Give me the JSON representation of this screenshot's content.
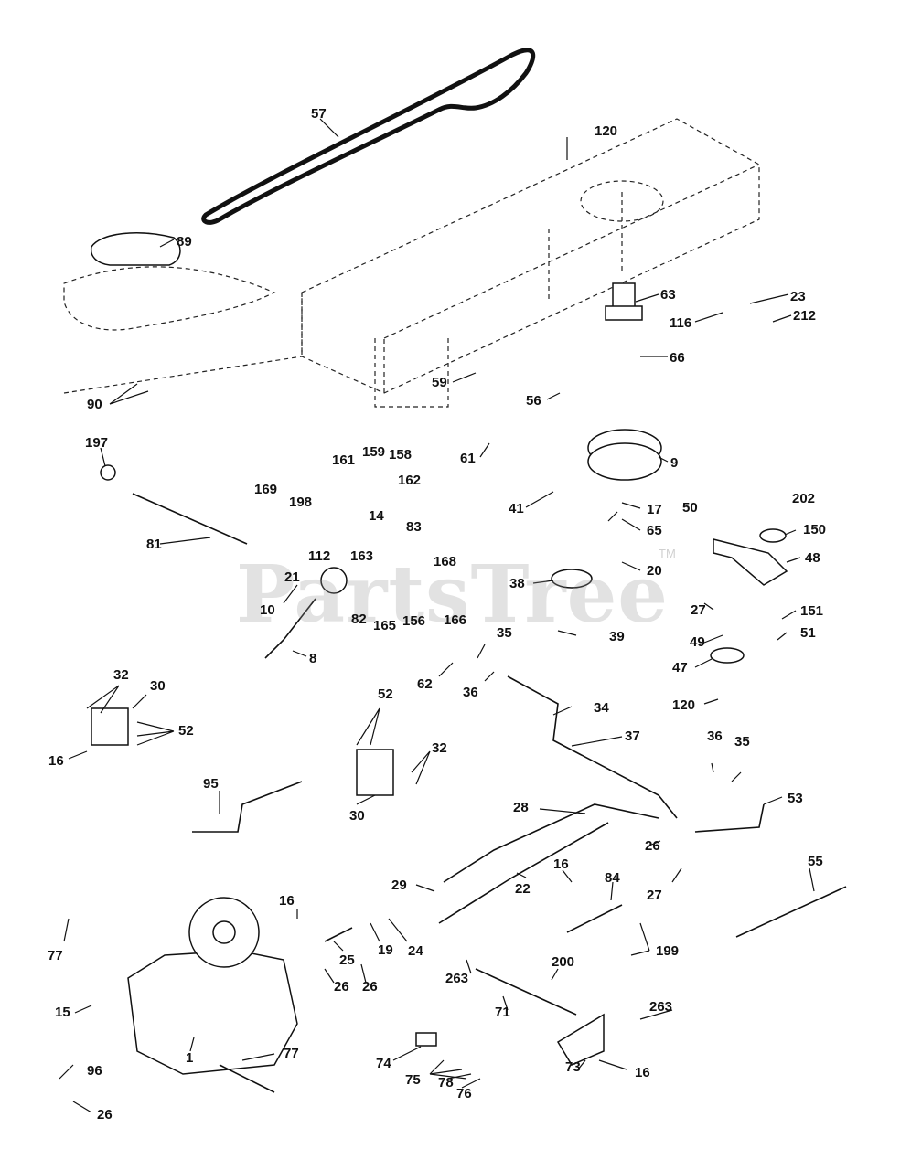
{
  "watermark": {
    "text": "PartsTree",
    "tm": "TM"
  },
  "callouts": [
    {
      "id": "c57",
      "text": "57"
    },
    {
      "id": "c120a",
      "text": "120"
    },
    {
      "id": "c89",
      "text": "89"
    },
    {
      "id": "c63",
      "text": "63"
    },
    {
      "id": "c23",
      "text": "23"
    },
    {
      "id": "c116",
      "text": "116"
    },
    {
      "id": "c212",
      "text": "212"
    },
    {
      "id": "c66",
      "text": "66"
    },
    {
      "id": "c90",
      "text": "90"
    },
    {
      "id": "c59",
      "text": "59"
    },
    {
      "id": "c56",
      "text": "56"
    },
    {
      "id": "c9",
      "text": "9"
    },
    {
      "id": "c61",
      "text": "61"
    },
    {
      "id": "c197",
      "text": "197"
    },
    {
      "id": "c161",
      "text": "161"
    },
    {
      "id": "c159",
      "text": "159"
    },
    {
      "id": "c158",
      "text": "158"
    },
    {
      "id": "c169",
      "text": "169"
    },
    {
      "id": "c198",
      "text": "198"
    },
    {
      "id": "c162",
      "text": "162"
    },
    {
      "id": "c41",
      "text": "41"
    },
    {
      "id": "c17",
      "text": "17"
    },
    {
      "id": "c50",
      "text": "50"
    },
    {
      "id": "c202",
      "text": "202"
    },
    {
      "id": "c14",
      "text": "14"
    },
    {
      "id": "c83",
      "text": "83"
    },
    {
      "id": "c65",
      "text": "65"
    },
    {
      "id": "c150",
      "text": "150"
    },
    {
      "id": "c81",
      "text": "81"
    },
    {
      "id": "c112",
      "text": "112"
    },
    {
      "id": "c163",
      "text": "163"
    },
    {
      "id": "c168",
      "text": "168"
    },
    {
      "id": "c48",
      "text": "48"
    },
    {
      "id": "c21",
      "text": "21"
    },
    {
      "id": "c20",
      "text": "20"
    },
    {
      "id": "c38",
      "text": "38"
    },
    {
      "id": "c27a",
      "text": "27"
    },
    {
      "id": "c151",
      "text": "151"
    },
    {
      "id": "c10",
      "text": "10"
    },
    {
      "id": "c82",
      "text": "82"
    },
    {
      "id": "c165",
      "text": "165"
    },
    {
      "id": "c156",
      "text": "156"
    },
    {
      "id": "c166",
      "text": "166"
    },
    {
      "id": "c35a",
      "text": "35"
    },
    {
      "id": "c51",
      "text": "51"
    },
    {
      "id": "c39",
      "text": "39"
    },
    {
      "id": "c49",
      "text": "49"
    },
    {
      "id": "c8",
      "text": "8"
    },
    {
      "id": "c62",
      "text": "62"
    },
    {
      "id": "c47",
      "text": "47"
    },
    {
      "id": "c32a",
      "text": "32"
    },
    {
      "id": "c30a",
      "text": "30"
    },
    {
      "id": "c52a",
      "text": "52"
    },
    {
      "id": "c120b",
      "text": "120"
    },
    {
      "id": "c36a",
      "text": "36"
    },
    {
      "id": "c34",
      "text": "34"
    },
    {
      "id": "c52b",
      "text": "52"
    },
    {
      "id": "c16a",
      "text": "16"
    },
    {
      "id": "c37",
      "text": "37"
    },
    {
      "id": "c32b",
      "text": "32"
    },
    {
      "id": "c36b",
      "text": "36"
    },
    {
      "id": "c35b",
      "text": "35"
    },
    {
      "id": "c95",
      "text": "95"
    },
    {
      "id": "c30b",
      "text": "30"
    },
    {
      "id": "c53",
      "text": "53"
    },
    {
      "id": "c28",
      "text": "28"
    },
    {
      "id": "c26a",
      "text": "26"
    },
    {
      "id": "c55",
      "text": "55"
    },
    {
      "id": "c16b",
      "text": "16"
    },
    {
      "id": "c84",
      "text": "84"
    },
    {
      "id": "c29",
      "text": "29"
    },
    {
      "id": "c22",
      "text": "22"
    },
    {
      "id": "c27b",
      "text": "27"
    },
    {
      "id": "c16c",
      "text": "16"
    },
    {
      "id": "c77a",
      "text": "77"
    },
    {
      "id": "c25",
      "text": "25"
    },
    {
      "id": "c19",
      "text": "19"
    },
    {
      "id": "c24",
      "text": "24"
    },
    {
      "id": "c199",
      "text": "199"
    },
    {
      "id": "c26b",
      "text": "26"
    },
    {
      "id": "c26c",
      "text": "26"
    },
    {
      "id": "c263a",
      "text": "263"
    },
    {
      "id": "c200",
      "text": "200"
    },
    {
      "id": "c15",
      "text": "15"
    },
    {
      "id": "c71",
      "text": "71"
    },
    {
      "id": "c263b",
      "text": "263"
    },
    {
      "id": "c77b",
      "text": "77"
    },
    {
      "id": "c1",
      "text": "1"
    },
    {
      "id": "c74",
      "text": "74"
    },
    {
      "id": "c73",
      "text": "73"
    },
    {
      "id": "c16d",
      "text": "16"
    },
    {
      "id": "c75",
      "text": "75"
    },
    {
      "id": "c96",
      "text": "96"
    },
    {
      "id": "c78",
      "text": "78"
    },
    {
      "id": "c76",
      "text": "76"
    },
    {
      "id": "c26d",
      "text": "26"
    }
  ]
}
